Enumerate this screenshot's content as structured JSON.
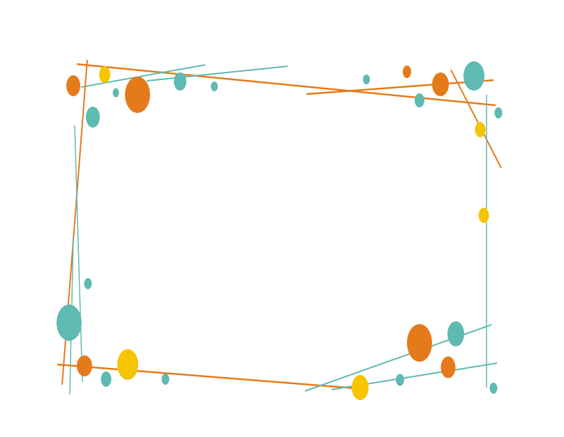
{
  "colors": {
    "background": "#ffffff",
    "orange": "#e57a1b",
    "teal": "#5fbab1",
    "yellow": "#f6c400"
  },
  "decoration": {
    "name": "abstract-confetti-frame",
    "line_colors": [
      "orange",
      "teal"
    ],
    "dot_colors": [
      "orange",
      "teal",
      "yellow"
    ]
  }
}
